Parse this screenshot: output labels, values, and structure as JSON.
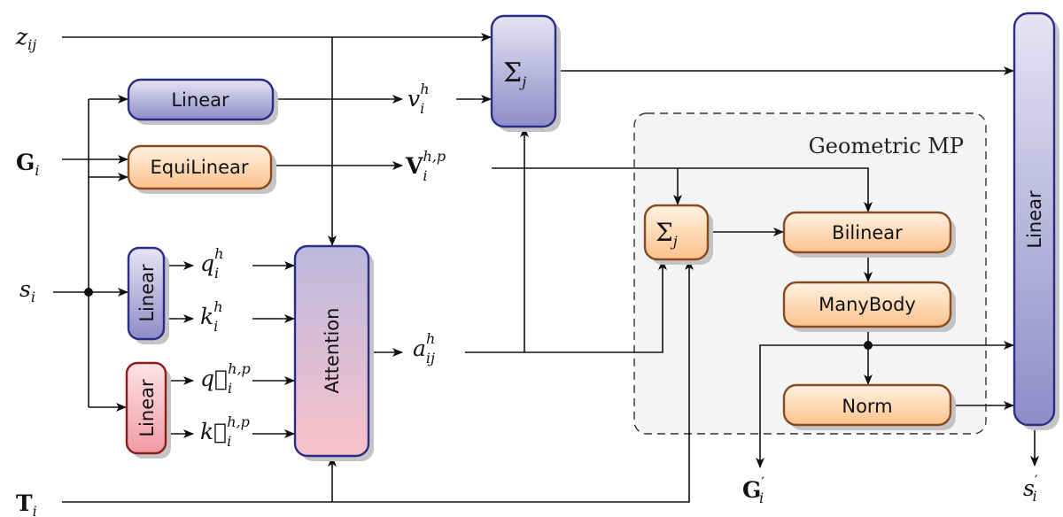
{
  "inputs": {
    "z": {
      "base": "z",
      "sub": "ij"
    },
    "G": {
      "base": "G",
      "sub": "i"
    },
    "s": {
      "base": "s",
      "sub": "i"
    },
    "T": {
      "base": "T",
      "sub": "i"
    }
  },
  "intermediates": {
    "v": {
      "base": "v",
      "sub": "i",
      "sup": "h"
    },
    "V": {
      "base": "V",
      "sub": "i",
      "sup": "h,p"
    },
    "q": {
      "base": "q",
      "sub": "i",
      "sup": "h"
    },
    "k": {
      "base": "k",
      "sub": "i",
      "sup": "h"
    },
    "qvec": {
      "base": "q⃗",
      "sub": "i",
      "sup": "h,p"
    },
    "kvec": {
      "base": "k⃗",
      "sub": "i",
      "sup": "h,p"
    },
    "a": {
      "base": "a",
      "sub": "ij",
      "sup": "h"
    }
  },
  "outputs": {
    "G": {
      "base": "G",
      "sub": "i",
      "prime": "′"
    },
    "s": {
      "base": "s",
      "sub": "i",
      "prime": "′"
    }
  },
  "blocks": {
    "linear_v": "Linear",
    "equilinear": "EquiLinear",
    "linear_qk": "Linear",
    "linear_qk_vec": "Linear",
    "attention": "Attention",
    "sum_top": {
      "base": "Σ",
      "sub": "j"
    },
    "sum_geo": {
      "base": "Σ",
      "sub": "j"
    },
    "bilinear": "Bilinear",
    "manybody": "ManyBody",
    "norm": "Norm",
    "linear_out": "Linear"
  },
  "group": {
    "title": "Geometric MP"
  },
  "colors": {
    "blue_stroke": "#2b2b88",
    "blue_fill_top": "#e6e4f3",
    "blue_fill_bottom": "#8f8cc8",
    "orange_stroke": "#8a4a1f",
    "orange_fill_top": "#fff2e2",
    "orange_fill_bottom": "#fcc28c",
    "red_stroke": "#8e1b1b",
    "red_fill_top": "#fde3e6",
    "red_fill_bottom": "#f09aa4",
    "attention_fill_top": "#bcb9de",
    "attention_fill_bottom": "#f9c2ca",
    "group_fill": "#f3f4f6"
  }
}
